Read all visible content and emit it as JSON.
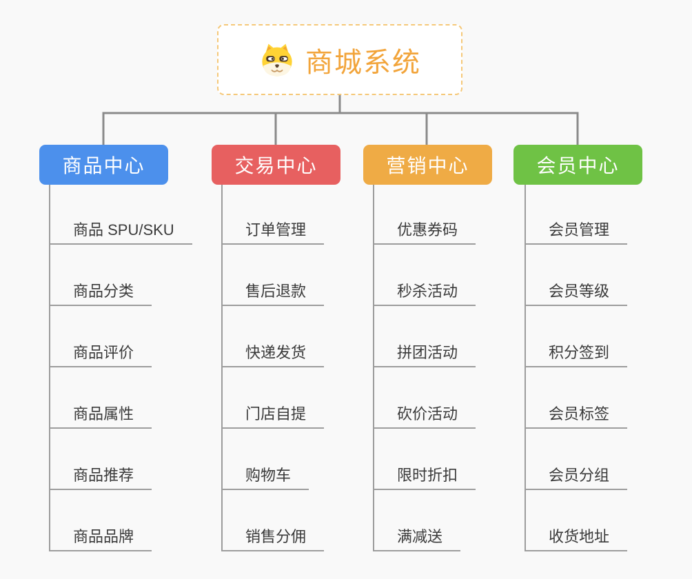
{
  "page": {
    "background_color": "#f9f9f9",
    "connector_color": "#8a8a8a",
    "underline_color": "#9c9c9c"
  },
  "root": {
    "title": "商城系统",
    "icon": "dog-face-icon",
    "text_color": "#f2a43a",
    "border_color": "#f5c878"
  },
  "branches": [
    {
      "label": "商品中心",
      "color": "#4c90ec",
      "items": [
        "商品 SPU/SKU",
        "商品分类",
        "商品评价",
        "商品属性",
        "商品推荐",
        "商品品牌"
      ]
    },
    {
      "label": "交易中心",
      "color": "#e76060",
      "items": [
        "订单管理",
        "售后退款",
        "快递发货",
        "门店自提",
        "购物车",
        "销售分佣"
      ]
    },
    {
      "label": "营销中心",
      "color": "#efab45",
      "items": [
        "优惠券码",
        "秒杀活动",
        "拼团活动",
        "砍价活动",
        "限时折扣",
        "满减送"
      ]
    },
    {
      "label": "会员中心",
      "color": "#6fc245",
      "items": [
        "会员管理",
        "会员等级",
        "积分签到",
        "会员标签",
        "会员分组",
        "收货地址"
      ]
    }
  ]
}
